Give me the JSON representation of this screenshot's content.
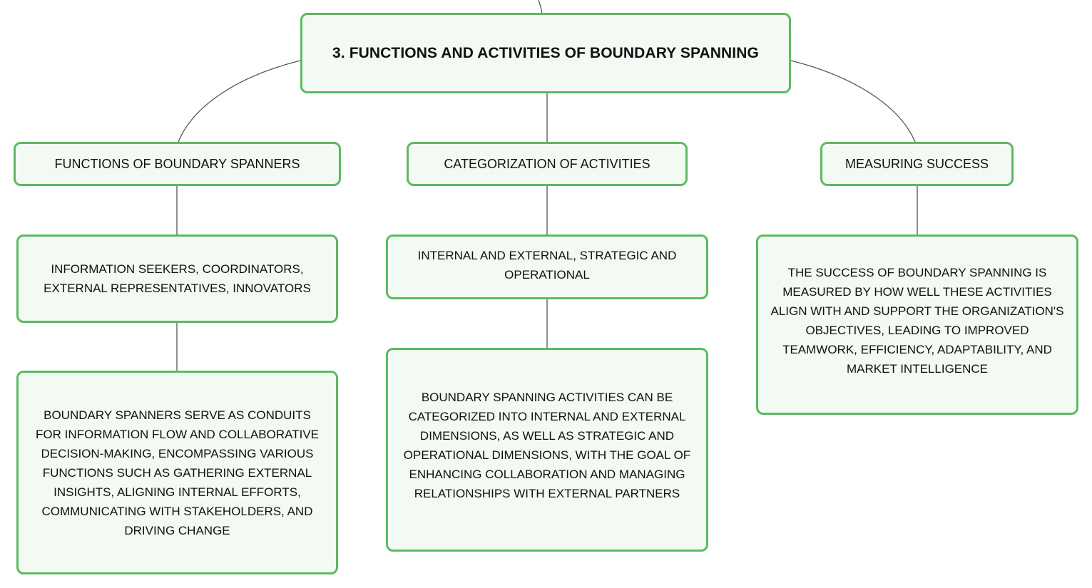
{
  "root": {
    "label": "3. FUNCTIONS AND ACTIVITIES OF BOUNDARY SPANNING"
  },
  "branches": [
    {
      "label": "FUNCTIONS OF BOUNDARY SPANNERS",
      "children": [
        {
          "text": "INFORMATION SEEKERS, COORDINATORS, EXTERNAL REPRESENTATIVES, INNOVATORS"
        },
        {
          "text": "BOUNDARY SPANNERS SERVE AS CONDUITS FOR INFORMATION FLOW AND COLLABORATIVE DECISION-MAKING, ENCOMPASSING VARIOUS FUNCTIONS SUCH AS GATHERING EXTERNAL INSIGHTS, ALIGNING INTERNAL EFFORTS, COMMUNICATING WITH STAKEHOLDERS, AND DRIVING CHANGE"
        }
      ]
    },
    {
      "label": "CATEGORIZATION OF ACTIVITIES",
      "children": [
        {
          "text": "INTERNAL AND EXTERNAL, STRATEGIC AND OPERATIONAL"
        },
        {
          "text": "BOUNDARY SPANNING ACTIVITIES CAN BE CATEGORIZED INTO INTERNAL AND EXTERNAL DIMENSIONS, AS WELL AS STRATEGIC AND OPERATIONAL DIMENSIONS, WITH THE GOAL OF ENHANCING COLLABORATION AND MANAGING RELATIONSHIPS WITH EXTERNAL PARTNERS"
        }
      ]
    },
    {
      "label": "MEASURING SUCCESS",
      "children": [
        {
          "text": "THE SUCCESS OF BOUNDARY SPANNING IS MEASURED BY HOW WELL THESE ACTIVITIES ALIGN WITH AND SUPPORT THE ORGANIZATION'S OBJECTIVES, LEADING TO IMPROVED TEAMWORK, EFFICIENCY, ADAPTABILITY, AND MARKET INTELLIGENCE"
        }
      ]
    }
  ],
  "colors": {
    "node_border": "#5cba62",
    "node_fill": "#f2faf3",
    "connector": "#555555",
    "text": "#111111"
  }
}
